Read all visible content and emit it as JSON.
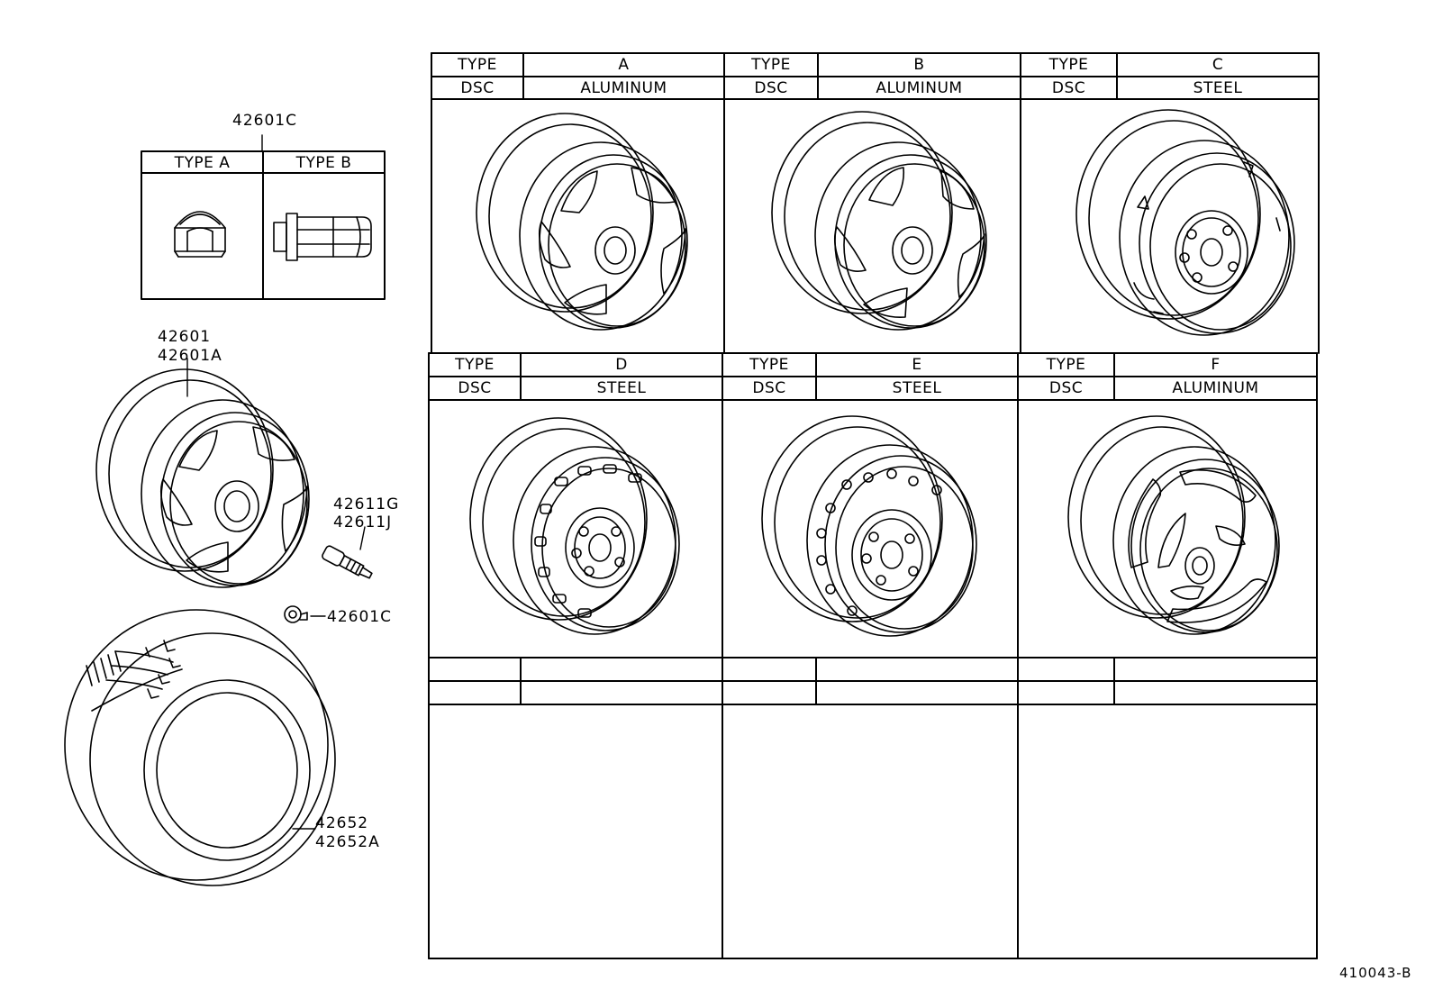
{
  "nut_table": {
    "callout": "42601C",
    "headers": [
      "TYPE A",
      "TYPE B"
    ]
  },
  "callouts": {
    "wheel": [
      "42601",
      "42601A"
    ],
    "valve": [
      "42611G",
      "42611J"
    ],
    "nut": "42601C",
    "tire": [
      "42652",
      "42652A"
    ]
  },
  "wheel_table": {
    "type_label": "TYPE",
    "dsc_label": "DSC",
    "rows": [
      [
        {
          "type": "A",
          "dsc": "ALUMINUM"
        },
        {
          "type": "B",
          "dsc": "ALUMINUM"
        },
        {
          "type": "C",
          "dsc": "STEEL"
        }
      ],
      [
        {
          "type": "D",
          "dsc": "STEEL"
        },
        {
          "type": "E",
          "dsc": "STEEL"
        },
        {
          "type": "F",
          "dsc": "ALUMINUM"
        }
      ]
    ]
  },
  "figure_code": "410043-B"
}
